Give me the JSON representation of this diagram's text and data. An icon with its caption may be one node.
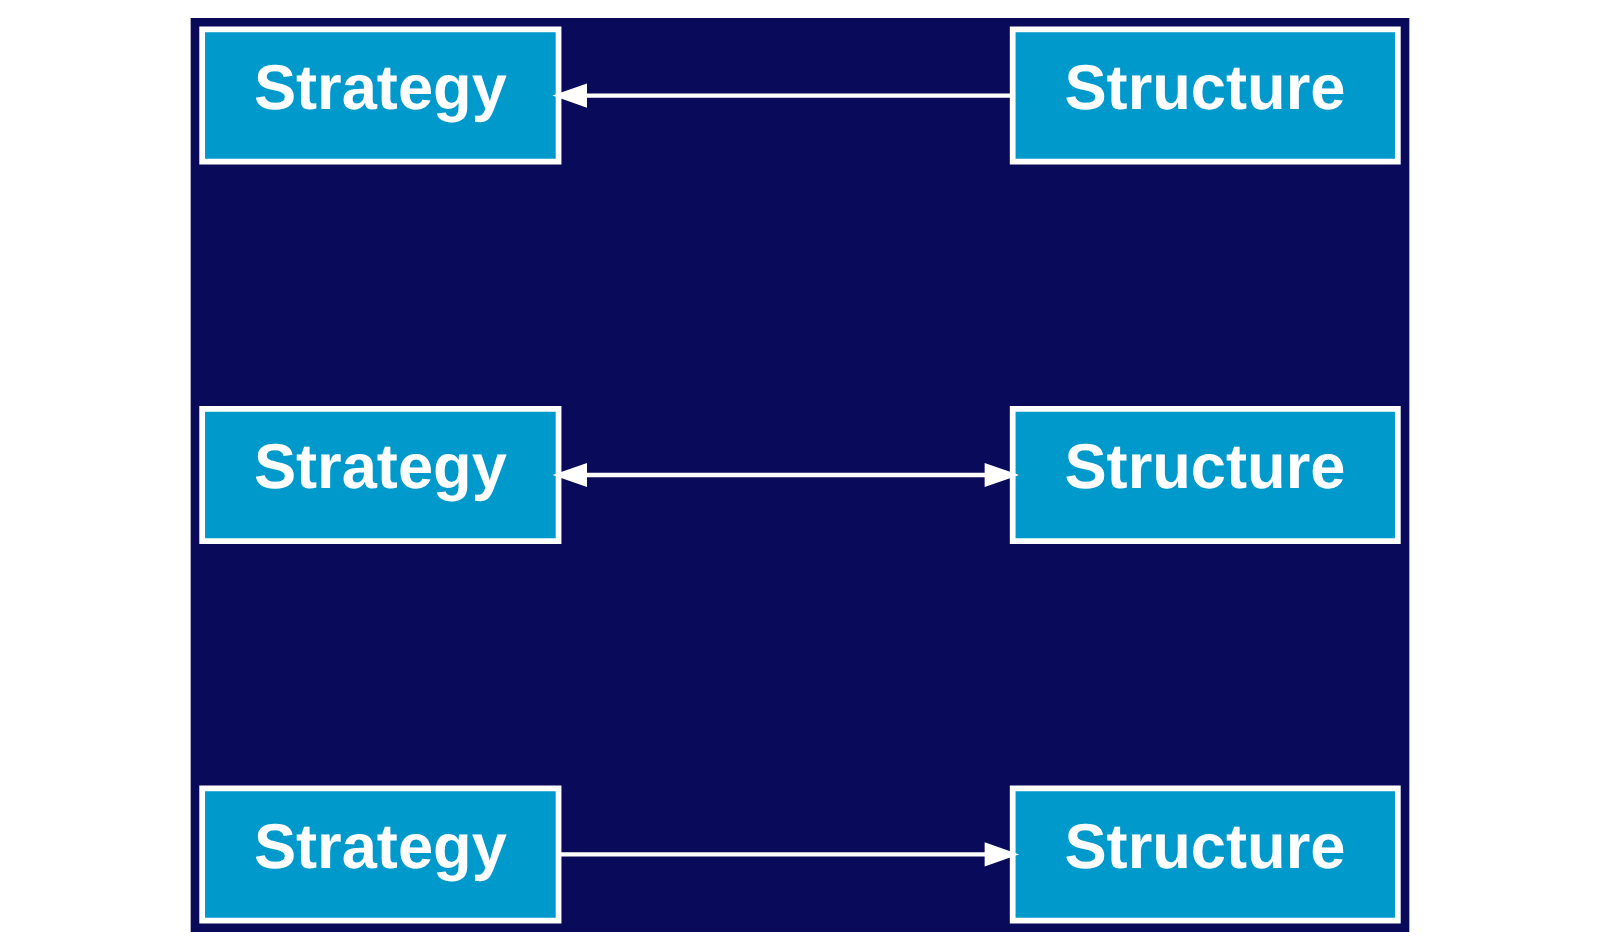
{
  "diagram": {
    "nodes": [
      {
        "text": [
          "Strategy"
        ]
      },
      {
        "text": [
          "Structure"
        ]
      },
      {
        "text": [
          "Strategy"
        ]
      },
      {
        "text": [
          "Structure"
        ]
      },
      {
        "text": [
          "Strategy"
        ]
      },
      {
        "text": [
          "Structure"
        ]
      }
    ],
    "edges": [
      {
        "from": 0,
        "to": 1,
        "arrow": "to"
      },
      {
        "from": 2,
        "to": 3,
        "arrow": "both"
      },
      {
        "from": 5,
        "to": 4,
        "arrow": "to"
      }
    ]
  }
}
